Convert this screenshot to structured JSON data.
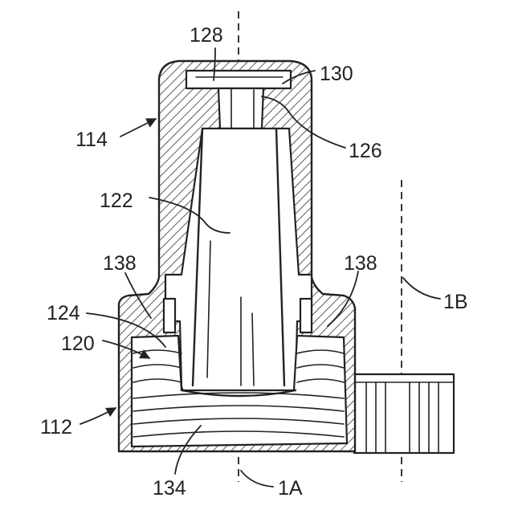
{
  "figure": {
    "labels": {
      "l128": "128",
      "l130": "130",
      "l114": "114",
      "l126": "126",
      "l122": "122",
      "l138_left": "138",
      "l138_right": "138",
      "l1B": "1B",
      "l124": "124",
      "l120": "120",
      "l112": "112",
      "l134": "134",
      "l1A": "1A"
    }
  }
}
